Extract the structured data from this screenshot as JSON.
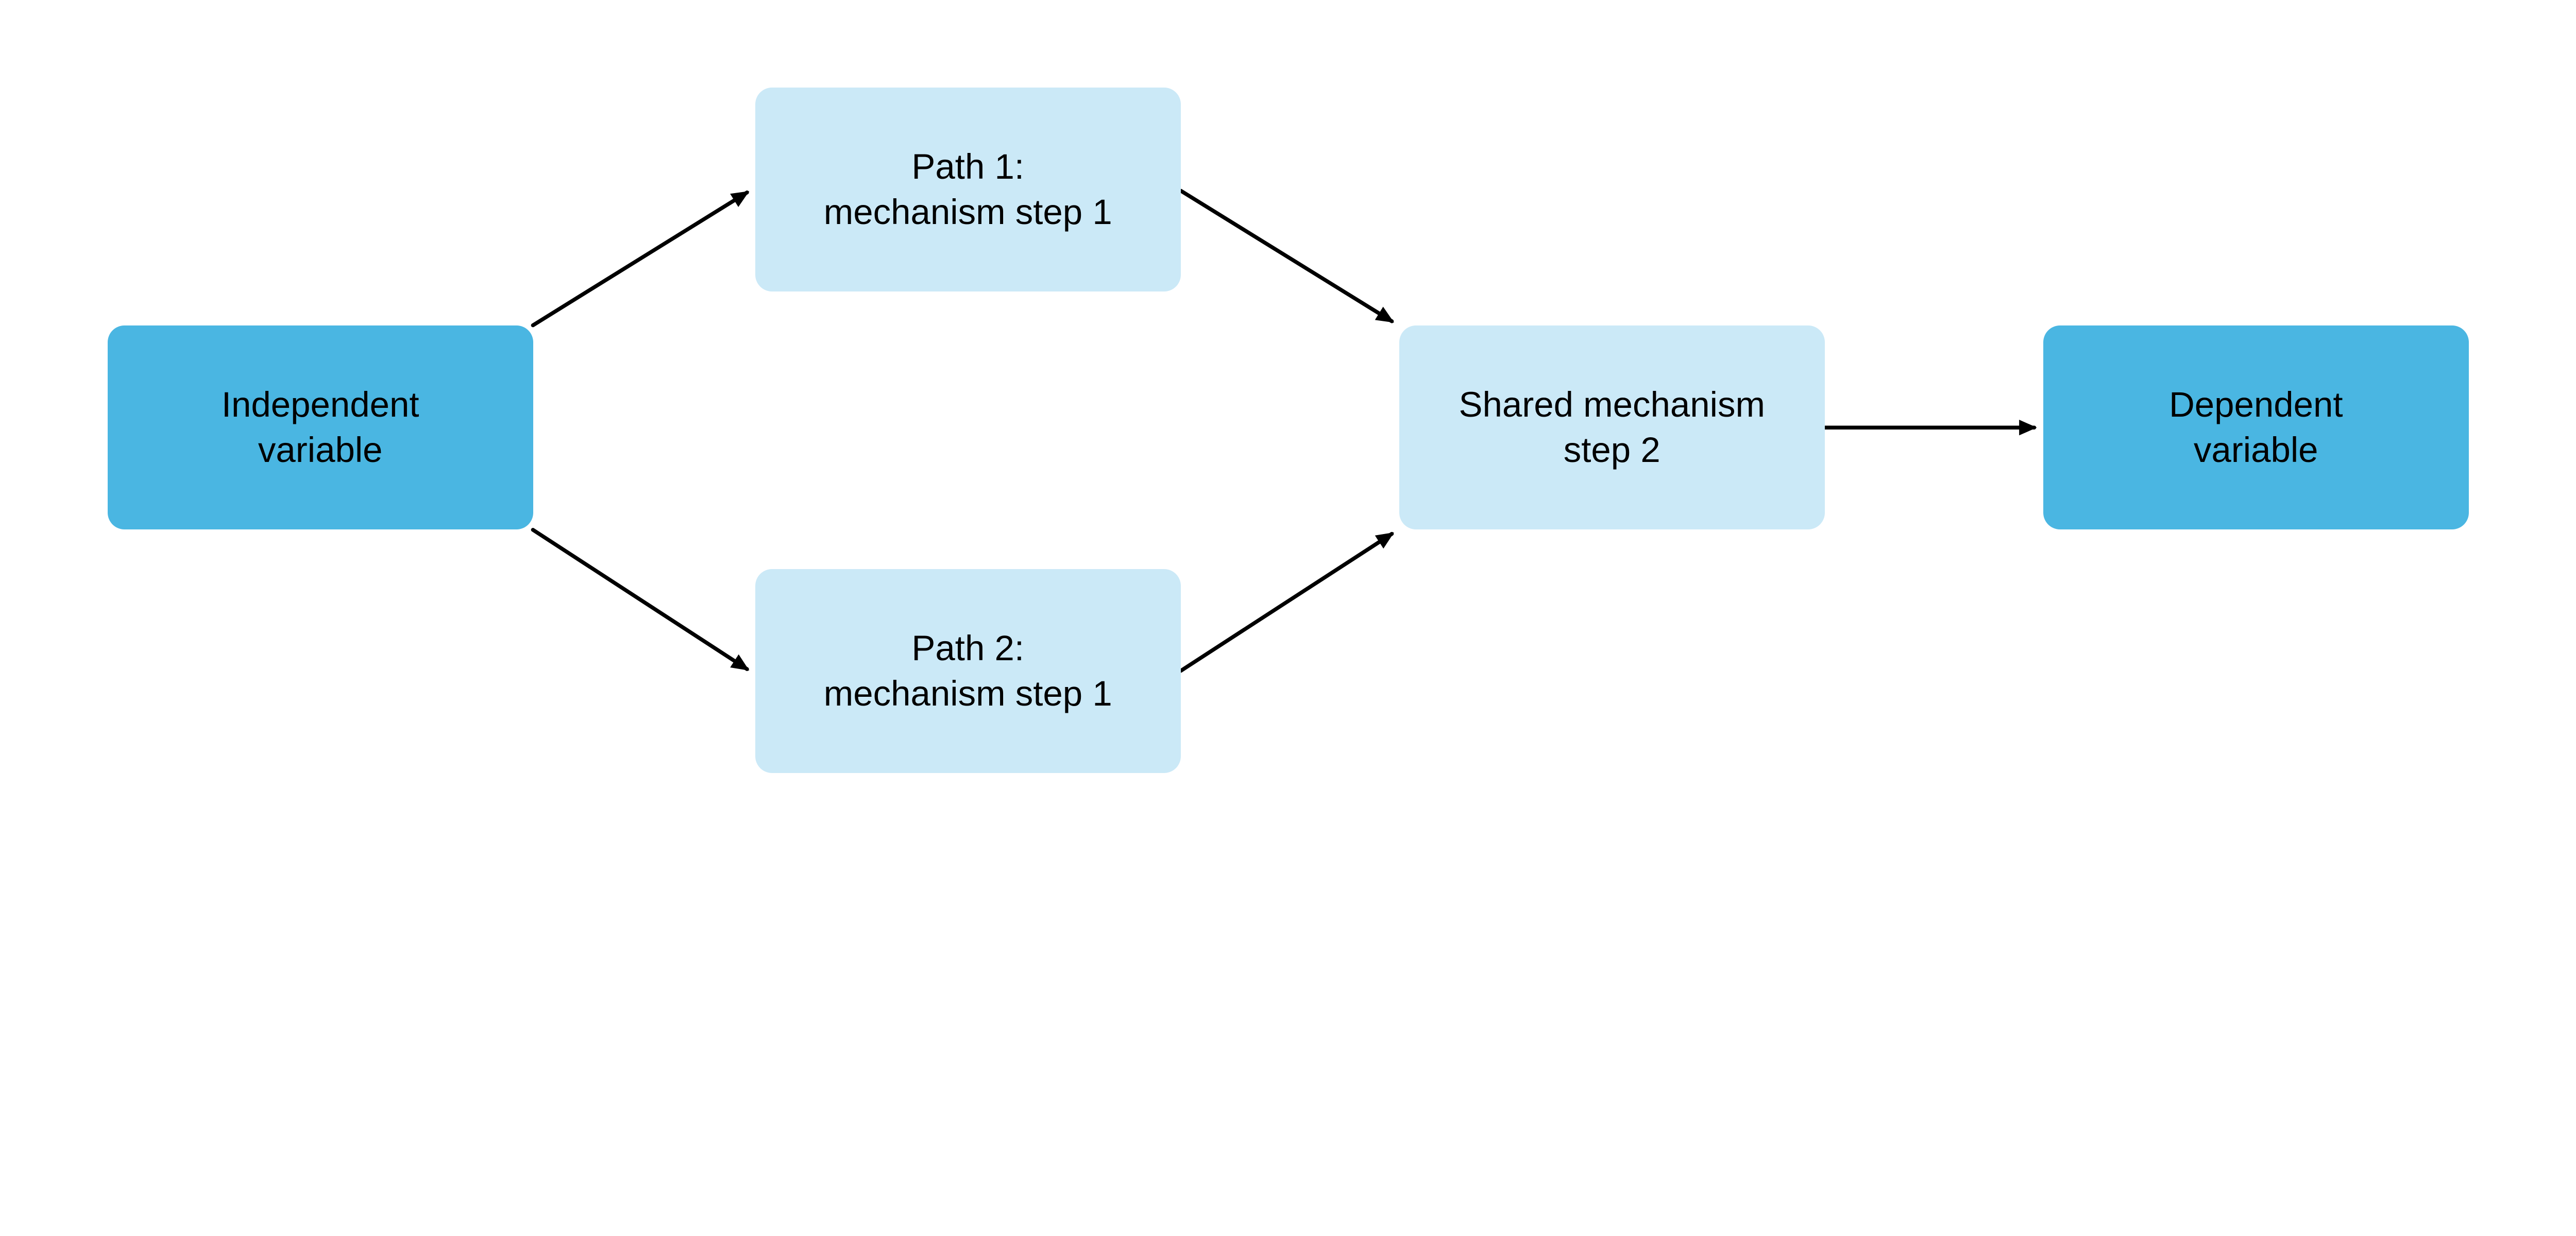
{
  "diagram": {
    "colors": {
      "primary_node_fill": "#4ab6e2",
      "secondary_node_fill": "#cbe9f7",
      "arrow": "#000000",
      "text": "#000000",
      "background": "#ffffff"
    },
    "nodes": [
      {
        "id": "independent",
        "variant": "primary",
        "line1": "Independent",
        "line2": "variable"
      },
      {
        "id": "path1",
        "variant": "secondary",
        "line1": "Path 1:",
        "line2": "mechanism step 1"
      },
      {
        "id": "path2",
        "variant": "secondary",
        "line1": "Path 2:",
        "line2": "mechanism step 1"
      },
      {
        "id": "shared",
        "variant": "secondary",
        "line1": "Shared mechanism",
        "line2": "step 2"
      },
      {
        "id": "dependent",
        "variant": "primary",
        "line1": "Dependent",
        "line2": "variable"
      }
    ],
    "edges": [
      {
        "from": "independent",
        "to": "path1"
      },
      {
        "from": "independent",
        "to": "path2"
      },
      {
        "from": "path1",
        "to": "shared"
      },
      {
        "from": "path2",
        "to": "shared"
      },
      {
        "from": "shared",
        "to": "dependent"
      }
    ]
  }
}
